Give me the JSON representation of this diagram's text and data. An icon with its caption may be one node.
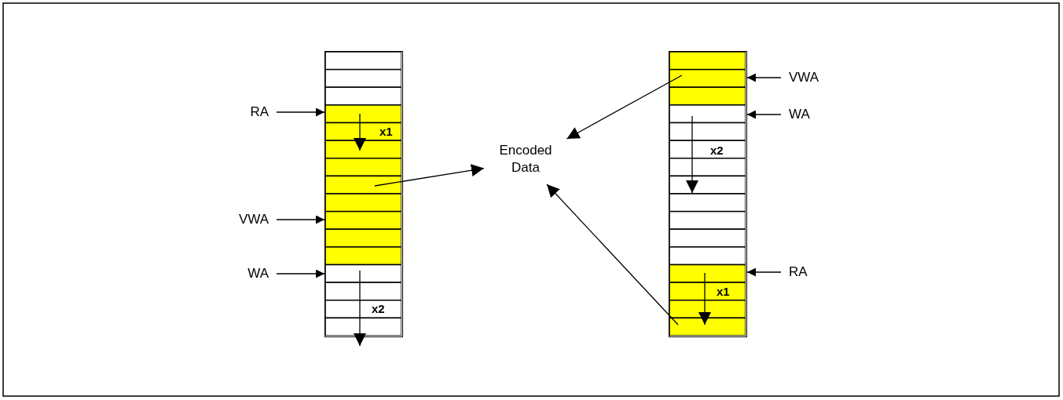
{
  "diagram": {
    "nodes": [
      {
        "text": [
          "RA"
        ]
      },
      {
        "text": [
          "VWA"
        ]
      },
      {
        "text": [
          "WA"
        ]
      },
      {
        "text": [],
        "shape": "box"
      },
      {
        "text": [
          "Encoded Data"
        ]
      },
      {
        "text": [],
        "shape": "box"
      },
      {
        "text": [
          "VWA"
        ]
      },
      {
        "text": [
          "WA"
        ]
      },
      {
        "text": [
          "RA"
        ]
      }
    ],
    "edges": [
      {
        "from": 0,
        "to": 3,
        "arrow": "to"
      },
      {
        "from": 1,
        "to": 3,
        "arrow": "to"
      },
      {
        "from": 2,
        "to": 3,
        "arrow": "to"
      },
      {
        "from": 3,
        "to": 4,
        "arrow": "to"
      },
      {
        "from": 5,
        "to": 4,
        "arrow": "to"
      },
      {
        "from": 5,
        "to": 4,
        "arrow": "to"
      },
      {
        "from": 6,
        "to": 5,
        "arrow": "to"
      },
      {
        "from": 7,
        "to": 5,
        "arrow": "to"
      },
      {
        "from": 8,
        "to": 5,
        "arrow": "to"
      }
    ],
    "labels": [
      "x1",
      "x2",
      "x2",
      "x1"
    ]
  }
}
